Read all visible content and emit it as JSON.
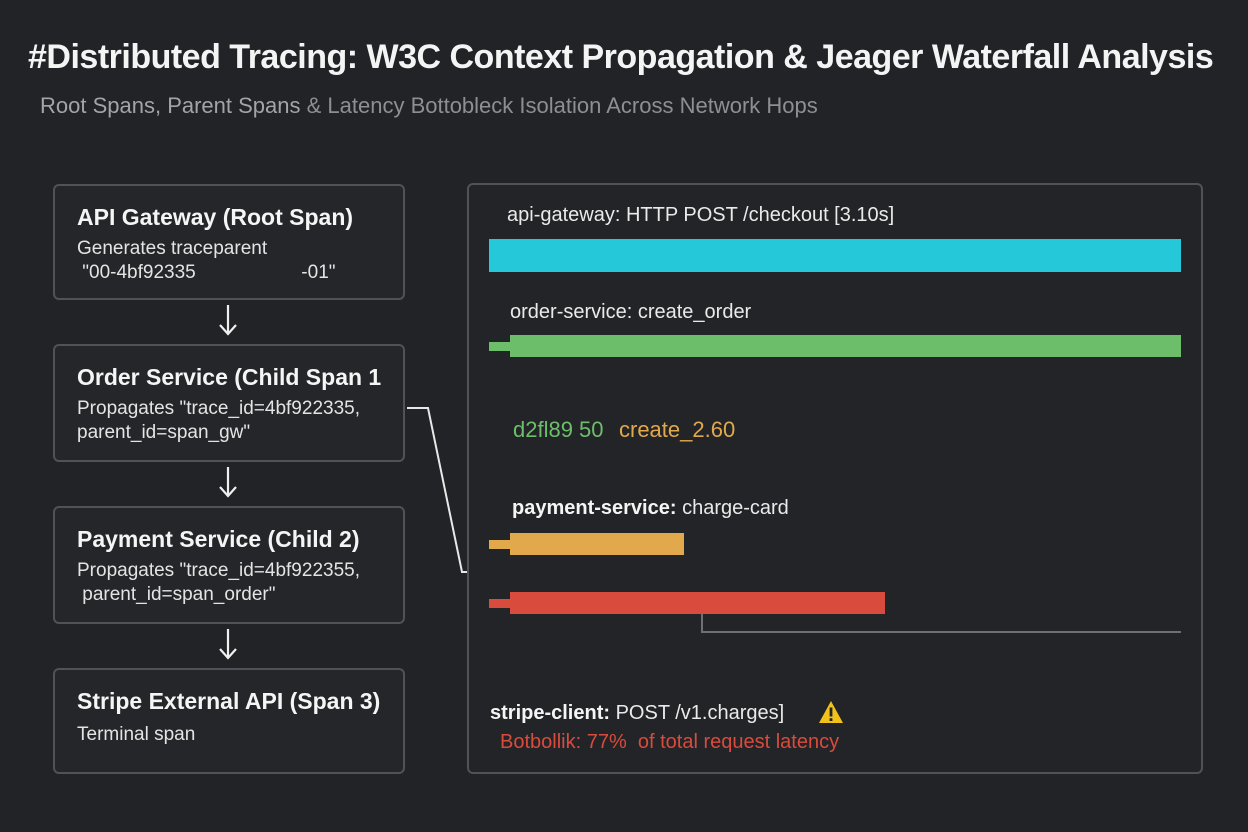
{
  "header": {
    "title": "#Distributed Tracing: W3C Context Propagation & Jeager Waterfall Analysis",
    "subtitle_strong": "Root Spans, Parent Spans",
    "subtitle_rest": " & Latency Bottobleck Isolation Across Network Hops"
  },
  "services": [
    {
      "title": "API Gateway (Root Span)",
      "line1": "Generates traceparent",
      "line2": " \"00-4bf92335                    -01\""
    },
    {
      "title": "Order Service (Child Span 1",
      "line1": "Propagates \"trace_id=4bf922335,",
      "line2": "parent_id=span_gw\""
    },
    {
      "title": "Payment Service (Child 2)",
      "line1": "Propagates \"trace_id=4bf922355,",
      "line2": " parent_id=span_order\""
    },
    {
      "title": "Stripe External API (Span 3)",
      "line1": "Terminal span"
    }
  ],
  "waterfall": {
    "spans": [
      {
        "service": "api-gateway:",
        "operation": " HTTP POST /checkout [3.10s]",
        "color": "#25c8d8"
      },
      {
        "service": "order-service:",
        "operation": " create_order",
        "color": "#6cbe6a"
      },
      {
        "service": "payment-service:",
        "operation": " charge-card",
        "color": "#e2a94c"
      },
      {
        "service": "stripe-client:",
        "operation": " POST /v1.charges]",
        "color": "#d94b3c"
      }
    ],
    "mid_label_green": "d2fl89 50",
    "mid_label_orange": "create_2.60",
    "warning_icon": "warning-icon",
    "bottleneck_note": "Botbollik: 77%  of total request latency"
  },
  "colors": {
    "background": "#222326",
    "border": "#505257",
    "cyan": "#25c8d8",
    "green": "#6cbe6a",
    "orange": "#e2a94c",
    "red": "#d94b3c"
  }
}
